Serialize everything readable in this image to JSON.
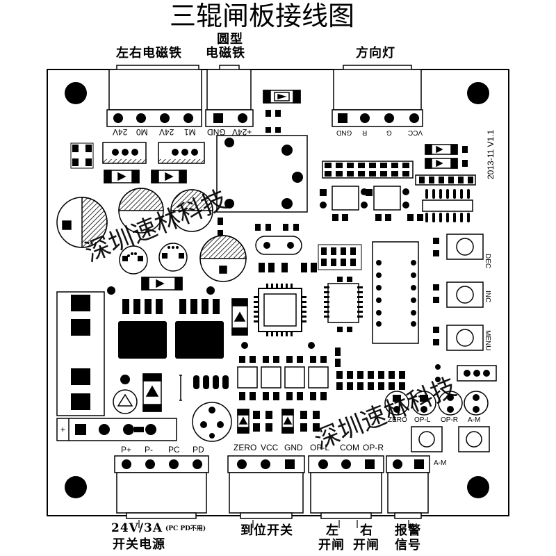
{
  "title": "三辊闸板接线图",
  "labels": {
    "left_right_magnet": "左右电磁铁",
    "round_magnet_line1": "圆型",
    "round_magnet_line2": "电磁铁",
    "direction_light": "方向灯",
    "power_spec": "24V/3A",
    "power_note": "(PC PD不用)",
    "power_name": "开关电源",
    "limit_switch": "到位开关",
    "left_open_1": "左",
    "left_open_2": "开闸",
    "right_open_1": "右",
    "right_open_2": "开闸",
    "alarm_1": "报警",
    "alarm_2": "信号"
  },
  "pins": {
    "magnet": [
      "24V",
      "M0",
      "24V",
      "M1"
    ],
    "round": [
      "+24V",
      "GND"
    ],
    "light": [
      "GND",
      "R",
      "G",
      "VCC"
    ],
    "power": [
      "P+",
      "P-",
      "PC",
      "PD"
    ],
    "limit": [
      "ZERO",
      "VCC",
      "GND"
    ],
    "open": [
      "OP-L",
      "COM",
      "OP-R"
    ],
    "am": "A-M"
  },
  "leds": [
    "ZERO",
    "OP-L",
    "OP-R",
    "A-M"
  ],
  "buttons": [
    "DEC",
    "INC",
    "MENU"
  ],
  "version": "2013-11 V1.1",
  "plus_mark": "+",
  "watermarks": [
    "深圳速林科技",
    "深圳速林科技"
  ]
}
